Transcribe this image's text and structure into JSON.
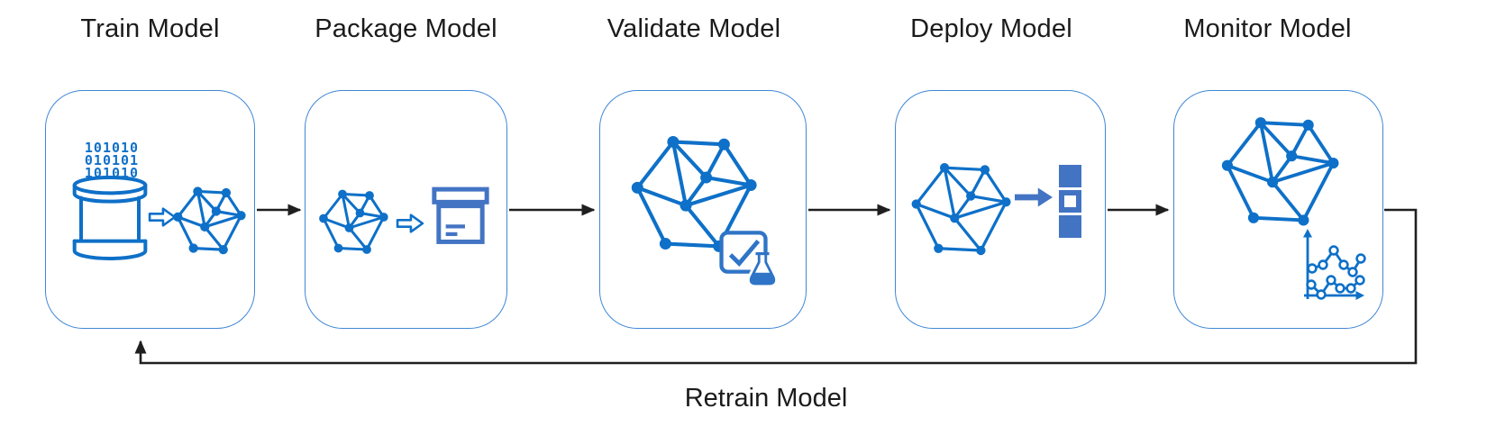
{
  "diagram": {
    "title": "ML model lifecycle flow",
    "colors": {
      "primary_blue": "#0e70c8",
      "secondary_blue": "#4374c4",
      "badge_blue": "#2f74c6",
      "box_border_blue": "#3f87d6",
      "arrow_black": "#1f1f1f",
      "text": "#1b1b1b"
    },
    "stages": [
      {
        "label": "Train Model",
        "icons": [
          "binary-data-icon",
          "database-icon",
          "hollow-arrow-right-icon",
          "network-graph-icon"
        ],
        "binary_lines": [
          "101010",
          "010101",
          "101010"
        ]
      },
      {
        "label": "Package Model",
        "icons": [
          "network-graph-icon",
          "hollow-arrow-right-icon",
          "package-box-icon"
        ]
      },
      {
        "label": "Validate Model",
        "icons": [
          "network-graph-icon",
          "checkmark-square-icon",
          "flask-icon"
        ]
      },
      {
        "label": "Deploy Model",
        "icons": [
          "network-graph-icon",
          "solid-arrow-right-icon",
          "stacked-squares-icon"
        ]
      },
      {
        "label": "Monitor Model",
        "icons": [
          "network-graph-icon",
          "line-chart-icon"
        ]
      }
    ],
    "feedback": {
      "label": "Retrain Model"
    }
  }
}
